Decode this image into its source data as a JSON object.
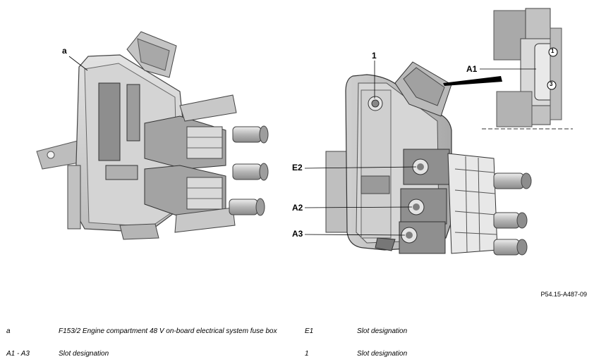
{
  "figure": {
    "callouts": {
      "a": "a",
      "one_top": "1",
      "e2": "E2",
      "a2": "A2",
      "a3": "A3",
      "a1": "A1",
      "inset_1": "1",
      "inset_3": "3"
    },
    "doc_id": "P54.15-A487-09"
  },
  "legend": {
    "rows": [
      {
        "key": "a",
        "text": "F153/2 Engine compartment 48 V on-board electrical system fuse box"
      },
      {
        "key": "E1",
        "text": "Slot designation"
      },
      {
        "key": "A1 - A3",
        "text": "Slot designation"
      },
      {
        "key": "1",
        "text": "Slot designation"
      }
    ]
  }
}
